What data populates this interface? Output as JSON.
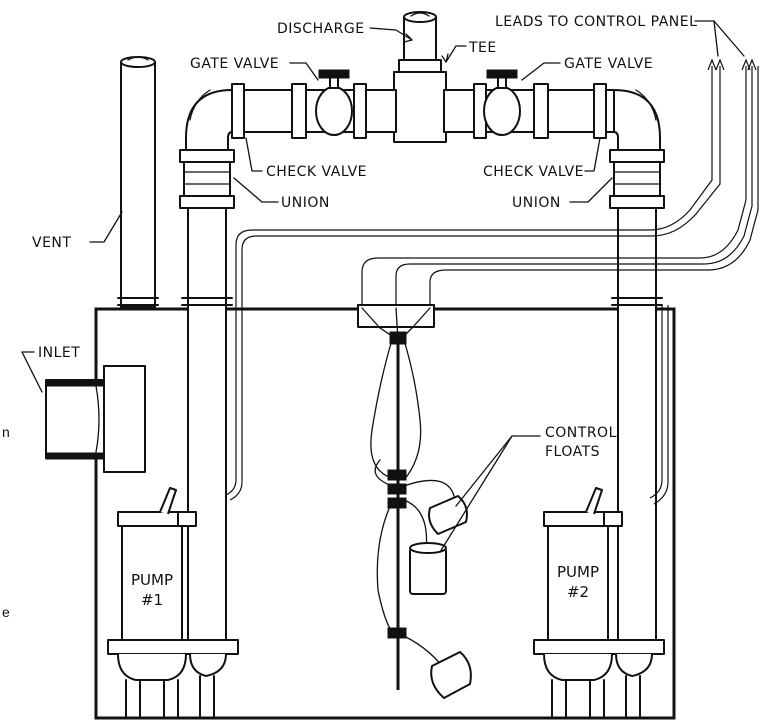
{
  "labels": {
    "discharge": "DISCHARGE",
    "leads": "LEADS TO CONTROL PANEL",
    "tee": "TEE",
    "gate_valve_left": "GATE VALVE",
    "gate_valve_right": "GATE VALVE",
    "check_valve_left": "CHECK VALVE",
    "check_valve_right": "CHECK VALVE",
    "union_left": "UNION",
    "union_right": "UNION",
    "vent": "VENT",
    "inlet": "INLET",
    "control_floats_1": "CONTROL",
    "control_floats_2": "FLOATS",
    "pump1_line1": "PUMP",
    "pump1_line2": "#1",
    "pump2_line1": "PUMP",
    "pump2_line2": "#2"
  },
  "cropped_text": {
    "left_edge_1": "n",
    "left_edge_2": "e"
  }
}
